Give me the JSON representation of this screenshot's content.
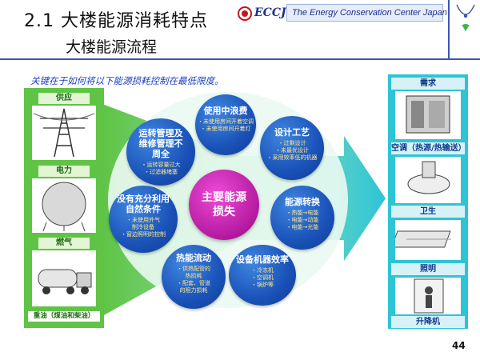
{
  "header": {
    "title": "2.1  大楼能源消耗特点",
    "subtitle": "大楼能源流程",
    "eccj": "ECCJ",
    "org_name": "The Energy Conservation Center Japan"
  },
  "key_point": "关键在于如何将以下能源损耗控制在最低限度。",
  "supply": {
    "items": [
      {
        "label": "供应"
      },
      {
        "label": "电力"
      },
      {
        "label": "燃气"
      }
    ],
    "footer": "重油（煤油和柴油）"
  },
  "center": {
    "label_line1": "主要能源",
    "label_line2": "损失"
  },
  "bubbles": [
    {
      "title": "使用中浪费",
      "lines": [
        "・未使用房间开着空调",
        "・未使用房间开着灯"
      ]
    },
    {
      "title": "设计工艺",
      "lines": [
        "・过剩设计",
        "・未最优设计",
        "・采用效率低的机器"
      ]
    },
    {
      "title": "能源转换",
      "lines": [
        "・热能→电能",
        "・电能→动能",
        "・电能→光能"
      ]
    },
    {
      "title": "设备机器效率",
      "lines": [
        "・冷冻机",
        "・空调机",
        "・锅炉等"
      ]
    },
    {
      "title": "热能流动",
      "lines": [
        "・供热配管的",
        "  热损耗",
        "・配套、管道",
        "  的阻力损耗"
      ]
    },
    {
      "title": "没有充分利用自然条件",
      "lines": [
        "・未使用外气",
        "  制冷设备",
        "・窗边照明的控制"
      ]
    },
    {
      "title": "运转管理及维修管理不周全",
      "lines": [
        "・运转容量过大",
        "・过滤器堵塞"
      ]
    }
  ],
  "demand": {
    "items": [
      {
        "label": "需求"
      },
      {
        "label": "空调（热源/热输送）"
      },
      {
        "label": "卫生"
      },
      {
        "label": "照明"
      },
      {
        "label": "升降机"
      }
    ]
  },
  "page_number": "44",
  "colors": {
    "supply_green": "#5fc445",
    "demand_cyan": "#2ec4d6",
    "bubble_blue": "#1a52b8",
    "center_magenta": "#b41aa0",
    "header_line": "#3c54b5"
  }
}
